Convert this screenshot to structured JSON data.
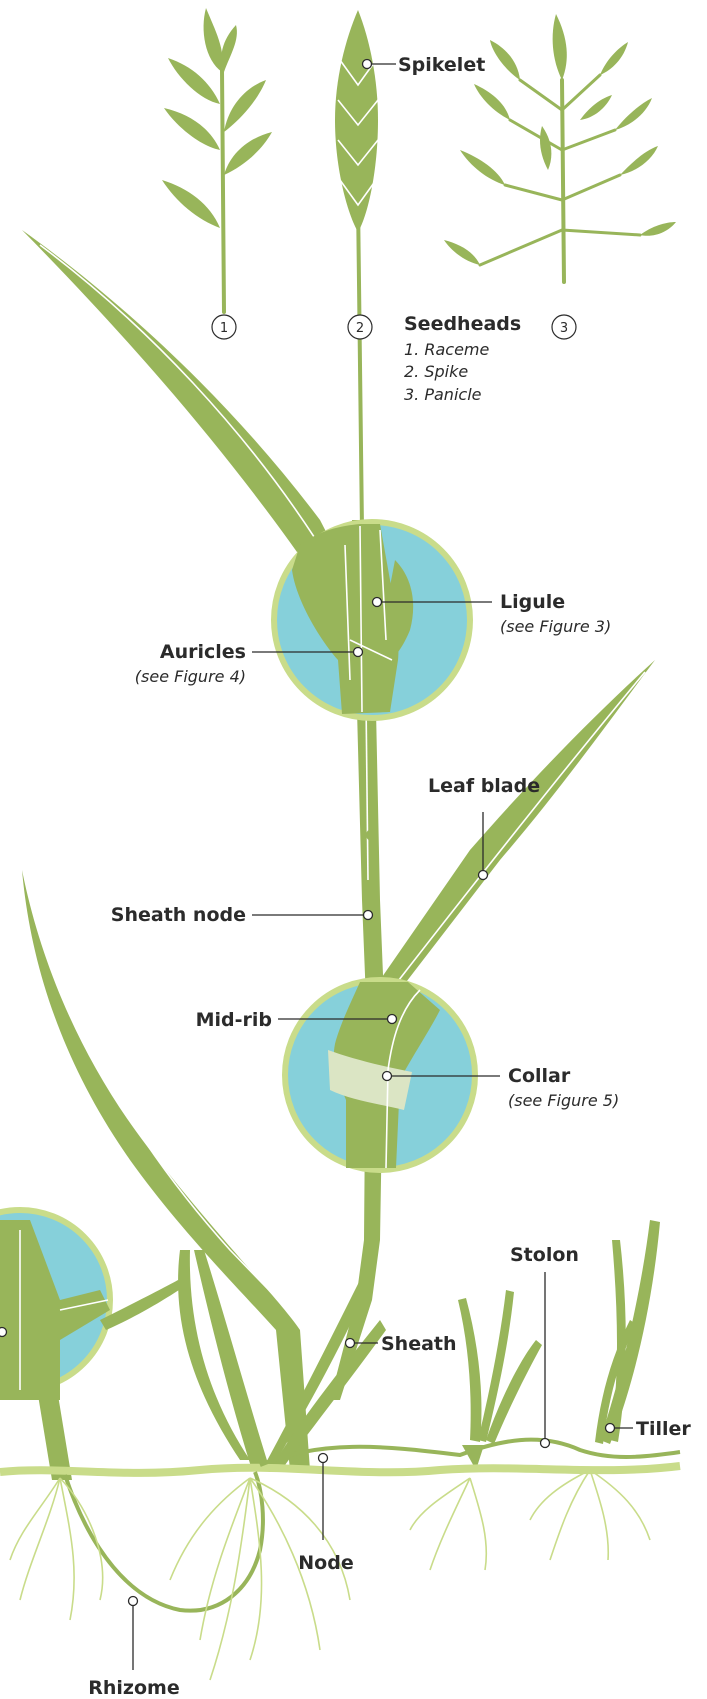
{
  "labels": {
    "spikelet": "Spikelet",
    "seedheads_title": "Seedheads",
    "seedhead_1": "1. Raceme",
    "seedhead_2": "2. Spike",
    "seedhead_3": "3. Panicle",
    "num_1": "1",
    "num_2": "2",
    "num_3": "3",
    "ligule": "Ligule",
    "ligule_ref": "(see Figure 3)",
    "auricles": "Auricles",
    "auricles_ref": "(see Figure 4)",
    "leaf_blade": "Leaf blade",
    "sheath_node": "Sheath node",
    "mid_rib": "Mid-rib",
    "collar": "Collar",
    "collar_ref": "(see Figure 5)",
    "stolon": "Stolon",
    "sheath": "Sheath",
    "tiller": "Tiller",
    "node": "Node",
    "rhizome": "Rhizome"
  },
  "colors": {
    "leaf": "#98b55a",
    "leaf_light": "#a6c06a",
    "magnifier_fill": "#86d0da",
    "magnifier_ring": "#c9dc8a",
    "collar_band": "#dbe5c4",
    "roots": "#c9dc8a",
    "text": "#2b2b2b"
  }
}
